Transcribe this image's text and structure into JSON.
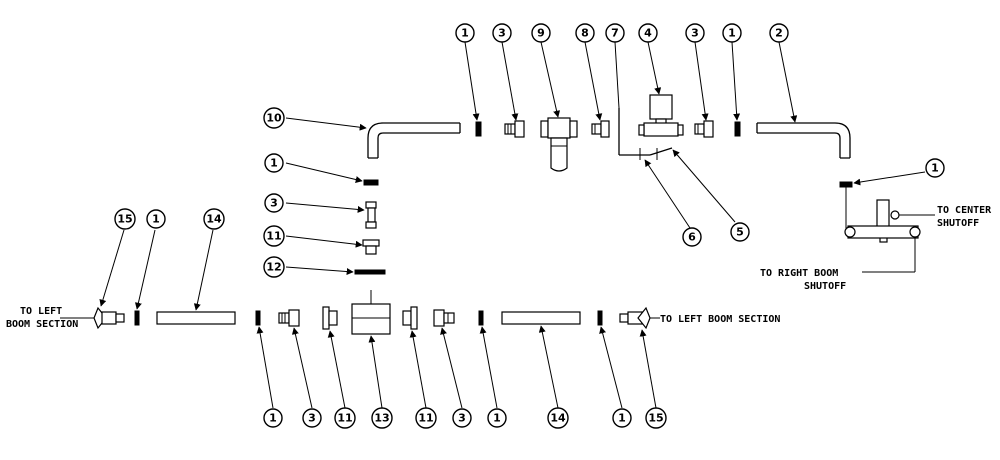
{
  "callouts": {
    "top": [
      "1",
      "3",
      "9",
      "8",
      "7",
      "4",
      "3",
      "1",
      "2"
    ],
    "pipe10": "10",
    "vertical": [
      "1",
      "3",
      "11",
      "12"
    ],
    "mid": [
      "6",
      "5"
    ],
    "right1": "1",
    "left": [
      "15",
      "1",
      "14"
    ],
    "bottom": [
      "1",
      "3",
      "11",
      "13",
      "11",
      "3",
      "1",
      "14",
      "1",
      "15"
    ]
  },
  "labels": {
    "to_left_boom_1a": "TO LEFT",
    "to_left_boom_1b": "BOOM SECTION",
    "to_left_boom_2": "TO LEFT BOOM SECTION",
    "to_center_a": "TO CENTER",
    "to_center_b": "SHUTOFF",
    "to_right_a": "TO RIGHT BOOM",
    "to_right_b": "SHUTOFF"
  }
}
